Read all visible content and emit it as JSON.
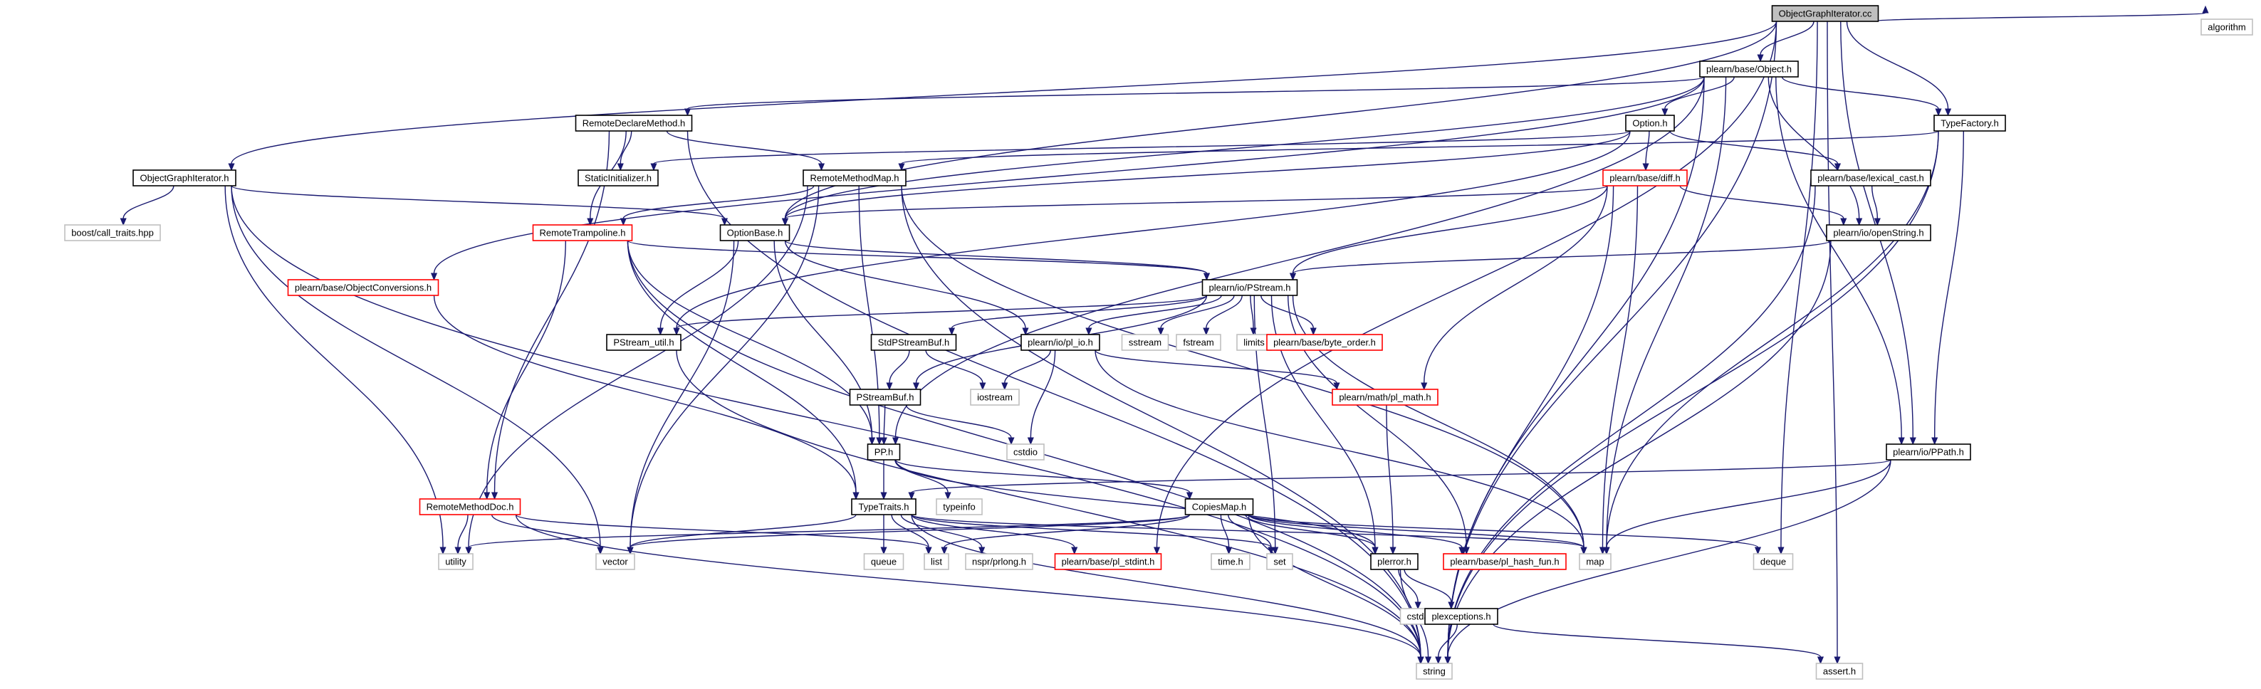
{
  "colors": {
    "edge": "#191970",
    "root_fill": "#bfbfbf",
    "header_border": "#000000",
    "header_fill": "#ffffff",
    "link_border": "#ff0000",
    "system_border": "#bfbfbf",
    "text": "#000000"
  },
  "nodes": [
    {
      "id": "n0",
      "label": "ObjectGraphIterator.cc",
      "kind": "root"
    },
    {
      "id": "n1",
      "label": "plearn/base/Object.h",
      "kind": "header"
    },
    {
      "id": "n2",
      "label": "ObjectGraphIterator.h",
      "kind": "header"
    },
    {
      "id": "n3",
      "label": "TypeFactory.h",
      "kind": "header"
    },
    {
      "id": "n4",
      "label": "algorithm",
      "kind": "system"
    },
    {
      "id": "n5",
      "label": "RemoteDeclareMethod.h",
      "kind": "header"
    },
    {
      "id": "n6",
      "label": "Option.h",
      "kind": "header"
    },
    {
      "id": "n7",
      "label": "StaticInitializer.h",
      "kind": "header"
    },
    {
      "id": "n8",
      "label": "RemoteMethodMap.h",
      "kind": "header"
    },
    {
      "id": "n9",
      "label": "plearn/base/lexical_cast.h",
      "kind": "header"
    },
    {
      "id": "n10",
      "label": "plearn/base/diff.h",
      "kind": "link"
    },
    {
      "id": "n11",
      "label": "boost/call_traits.hpp",
      "kind": "system"
    },
    {
      "id": "n12",
      "label": "RemoteTrampoline.h",
      "kind": "link"
    },
    {
      "id": "n13",
      "label": "OptionBase.h",
      "kind": "header"
    },
    {
      "id": "n14",
      "label": "plearn/io/openString.h",
      "kind": "header"
    },
    {
      "id": "n15",
      "label": "plearn/base/ObjectConversions.h",
      "kind": "link"
    },
    {
      "id": "n16",
      "label": "plearn/io/PStream.h",
      "kind": "header"
    },
    {
      "id": "n17",
      "label": "PStream_util.h",
      "kind": "header"
    },
    {
      "id": "n18",
      "label": "StdPStreamBuf.h",
      "kind": "header"
    },
    {
      "id": "n19",
      "label": "plearn/io/pl_io.h",
      "kind": "header"
    },
    {
      "id": "n20",
      "label": "sstream",
      "kind": "system"
    },
    {
      "id": "n21",
      "label": "fstream",
      "kind": "system"
    },
    {
      "id": "n22",
      "label": "limits",
      "kind": "system"
    },
    {
      "id": "n23",
      "label": "plearn/base/byte_order.h",
      "kind": "link"
    },
    {
      "id": "n24",
      "label": "PStreamBuf.h",
      "kind": "header"
    },
    {
      "id": "n25",
      "label": "iostream",
      "kind": "system"
    },
    {
      "id": "n26",
      "label": "plearn/math/pl_math.h",
      "kind": "link"
    },
    {
      "id": "n27",
      "label": "cstdio",
      "kind": "system"
    },
    {
      "id": "n28",
      "label": "PP.h",
      "kind": "header"
    },
    {
      "id": "n29",
      "label": "typeinfo",
      "kind": "system"
    },
    {
      "id": "n30",
      "label": "plearn/io/PPath.h",
      "kind": "header"
    },
    {
      "id": "n31",
      "label": "RemoteMethodDoc.h",
      "kind": "link"
    },
    {
      "id": "n32",
      "label": "TypeTraits.h",
      "kind": "header"
    },
    {
      "id": "n33",
      "label": "CopiesMap.h",
      "kind": "header"
    },
    {
      "id": "n34",
      "label": "utility",
      "kind": "system"
    },
    {
      "id": "n35",
      "label": "vector",
      "kind": "system"
    },
    {
      "id": "n36",
      "label": "queue",
      "kind": "system"
    },
    {
      "id": "n37",
      "label": "list",
      "kind": "system"
    },
    {
      "id": "n38",
      "label": "nspr/prlong.h",
      "kind": "system"
    },
    {
      "id": "n39",
      "label": "plearn/base/pl_stdint.h",
      "kind": "link"
    },
    {
      "id": "n40",
      "label": "time.h",
      "kind": "system"
    },
    {
      "id": "n41",
      "label": "set",
      "kind": "system"
    },
    {
      "id": "n42",
      "label": "plerror.h",
      "kind": "header"
    },
    {
      "id": "n43",
      "label": "plearn/base/pl_hash_fun.h",
      "kind": "link"
    },
    {
      "id": "n44",
      "label": "map",
      "kind": "system"
    },
    {
      "id": "n45",
      "label": "deque",
      "kind": "system"
    },
    {
      "id": "n46",
      "label": "cstdarg",
      "kind": "system"
    },
    {
      "id": "n47",
      "label": "plexceptions.h",
      "kind": "header"
    },
    {
      "id": "n48",
      "label": "string",
      "kind": "system"
    },
    {
      "id": "n49",
      "label": "assert.h",
      "kind": "system"
    }
  ],
  "edges": [
    [
      "n0",
      "n1"
    ],
    [
      "n0",
      "n2"
    ],
    [
      "n0",
      "n3"
    ],
    [
      "n0",
      "n4"
    ],
    [
      "n0",
      "n13"
    ],
    [
      "n0",
      "n30"
    ],
    [
      "n0",
      "n48"
    ],
    [
      "n0",
      "n49"
    ],
    [
      "n0",
      "n45"
    ],
    [
      "n0",
      "n39"
    ],
    [
      "n1",
      "n5"
    ],
    [
      "n1",
      "n6"
    ],
    [
      "n1",
      "n3"
    ],
    [
      "n1",
      "n14"
    ],
    [
      "n1",
      "n30"
    ],
    [
      "n1",
      "n44"
    ],
    [
      "n1",
      "n48"
    ],
    [
      "n1",
      "n13"
    ],
    [
      "n1",
      "n15"
    ],
    [
      "n1",
      "n28"
    ],
    [
      "n2",
      "n11"
    ],
    [
      "n2",
      "n13"
    ],
    [
      "n2",
      "n34"
    ],
    [
      "n2",
      "n35"
    ],
    [
      "n2",
      "n48"
    ],
    [
      "n3",
      "n8"
    ],
    [
      "n3",
      "n30"
    ],
    [
      "n3",
      "n44"
    ],
    [
      "n3",
      "n48"
    ],
    [
      "n5",
      "n7"
    ],
    [
      "n5",
      "n8"
    ],
    [
      "n5",
      "n12"
    ],
    [
      "n5",
      "n31"
    ],
    [
      "n5",
      "n48"
    ],
    [
      "n6",
      "n7"
    ],
    [
      "n6",
      "n9"
    ],
    [
      "n6",
      "n10"
    ],
    [
      "n6",
      "n13"
    ],
    [
      "n6",
      "n17"
    ],
    [
      "n8",
      "n12"
    ],
    [
      "n8",
      "n28"
    ],
    [
      "n8",
      "n35"
    ],
    [
      "n8",
      "n44"
    ],
    [
      "n8",
      "n48"
    ],
    [
      "n8",
      "n34"
    ],
    [
      "n9",
      "n14"
    ],
    [
      "n9",
      "n48"
    ],
    [
      "n10",
      "n13"
    ],
    [
      "n10",
      "n14"
    ],
    [
      "n10",
      "n16"
    ],
    [
      "n10",
      "n26"
    ],
    [
      "n10",
      "n44"
    ],
    [
      "n10",
      "n48"
    ],
    [
      "n12",
      "n16"
    ],
    [
      "n12",
      "n28"
    ],
    [
      "n12",
      "n31"
    ],
    [
      "n12",
      "n32"
    ],
    [
      "n12",
      "n48"
    ],
    [
      "n13",
      "n16"
    ],
    [
      "n13",
      "n17"
    ],
    [
      "n13",
      "n19"
    ],
    [
      "n13",
      "n28"
    ],
    [
      "n13",
      "n35"
    ],
    [
      "n14",
      "n16"
    ],
    [
      "n14",
      "n48"
    ],
    [
      "n15",
      "n32"
    ],
    [
      "n16",
      "n17"
    ],
    [
      "n16",
      "n18"
    ],
    [
      "n16",
      "n19"
    ],
    [
      "n16",
      "n20"
    ],
    [
      "n16",
      "n21"
    ],
    [
      "n16",
      "n22"
    ],
    [
      "n16",
      "n23"
    ],
    [
      "n16",
      "n24"
    ],
    [
      "n16",
      "n41"
    ],
    [
      "n16",
      "n42"
    ],
    [
      "n16",
      "n43"
    ],
    [
      "n16",
      "n44"
    ],
    [
      "n17",
      "n48"
    ],
    [
      "n18",
      "n24"
    ],
    [
      "n18",
      "n25"
    ],
    [
      "n19",
      "n25"
    ],
    [
      "n19",
      "n26"
    ],
    [
      "n19",
      "n27"
    ],
    [
      "n19",
      "n44"
    ],
    [
      "n24",
      "n27"
    ],
    [
      "n24",
      "n28"
    ],
    [
      "n26",
      "n42"
    ],
    [
      "n28",
      "n29"
    ],
    [
      "n28",
      "n32"
    ],
    [
      "n28",
      "n33"
    ],
    [
      "n28",
      "n42"
    ],
    [
      "n30",
      "n32"
    ],
    [
      "n30",
      "n44"
    ],
    [
      "n30",
      "n48"
    ],
    [
      "n31",
      "n34"
    ],
    [
      "n31",
      "n35"
    ],
    [
      "n31",
      "n37"
    ],
    [
      "n31",
      "n48"
    ],
    [
      "n32",
      "n35"
    ],
    [
      "n32",
      "n36"
    ],
    [
      "n32",
      "n37"
    ],
    [
      "n32",
      "n38"
    ],
    [
      "n32",
      "n39"
    ],
    [
      "n32",
      "n41"
    ],
    [
      "n32",
      "n44"
    ],
    [
      "n32",
      "n48"
    ],
    [
      "n33",
      "n34"
    ],
    [
      "n33",
      "n35"
    ],
    [
      "n33",
      "n37"
    ],
    [
      "n33",
      "n40"
    ],
    [
      "n33",
      "n41"
    ],
    [
      "n33",
      "n42"
    ],
    [
      "n33",
      "n43"
    ],
    [
      "n33",
      "n44"
    ],
    [
      "n33",
      "n45"
    ],
    [
      "n33",
      "n48"
    ],
    [
      "n42",
      "n46"
    ],
    [
      "n42",
      "n47"
    ],
    [
      "n42",
      "n48"
    ],
    [
      "n47",
      "n48"
    ],
    [
      "n47",
      "n49"
    ]
  ]
}
